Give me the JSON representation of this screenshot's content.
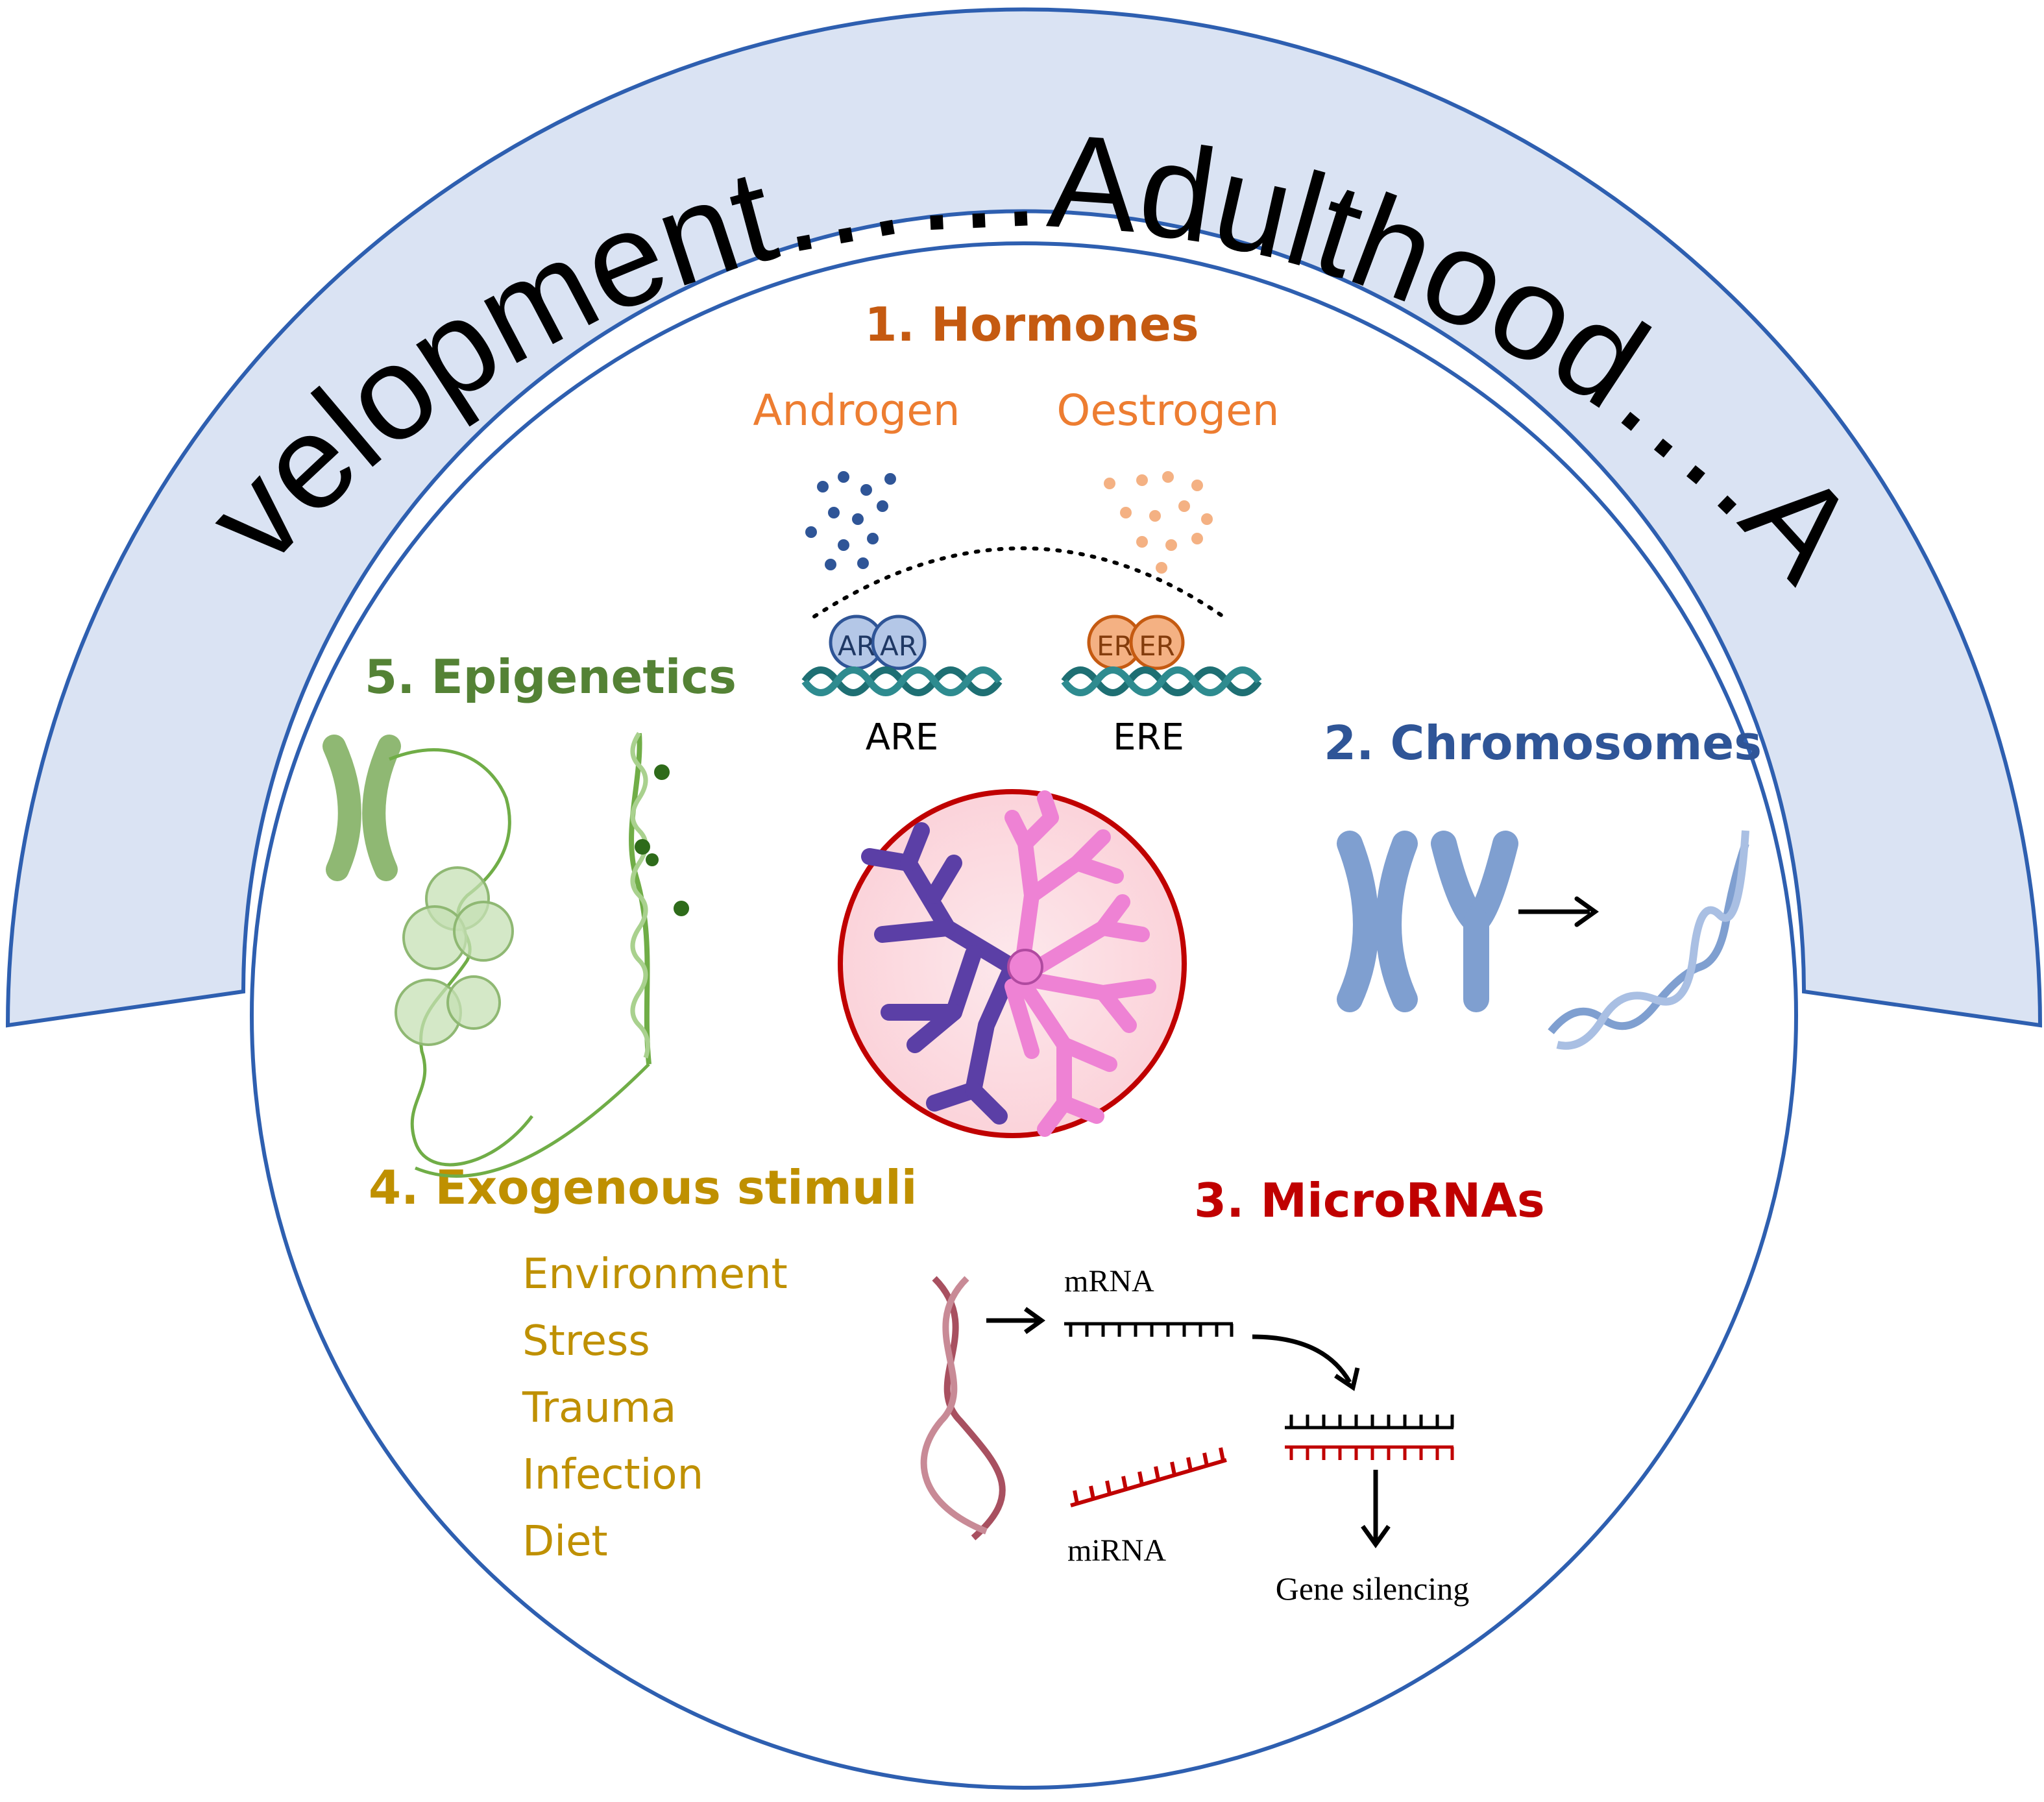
{
  "arc_title": "Development……Adulthood….Age",
  "hormones": {
    "title": "1. Hormones",
    "androgen_label": "Androgen",
    "oestrogen_label": "Oestrogen",
    "receptor_ar": "AR",
    "receptor_er": "ER",
    "element_are": "ARE",
    "element_ere": "ERE"
  },
  "chromosomes": {
    "title": "2. Chromosomes"
  },
  "micrornas": {
    "title": "3. MicroRNAs",
    "mrna_label": "mRNA",
    "mirna_label": "miRNA",
    "outcome_label": "Gene silencing"
  },
  "exogenous": {
    "title": "4. Exogenous stimuli",
    "items": [
      "Environment",
      "Stress",
      "Trauma",
      "Infection",
      "Diet"
    ]
  },
  "epigenetics": {
    "title": "5. Epigenetics"
  },
  "colors": {
    "arc_fill": "#dae3f3",
    "arc_stroke": "#2e5fb0",
    "hormones": "#c55a11",
    "hormone_sub": "#ed7d31",
    "chromosomes": "#2f5597",
    "micrornas": "#c00000",
    "exogenous": "#bf9000",
    "epigenetics": "#548235"
  },
  "icons": [
    "androgen-molecules",
    "oestrogen-molecules",
    "x-chromosome",
    "y-chromosome",
    "dna-helix",
    "microglia-cell",
    "nucleosome-fiber"
  ]
}
